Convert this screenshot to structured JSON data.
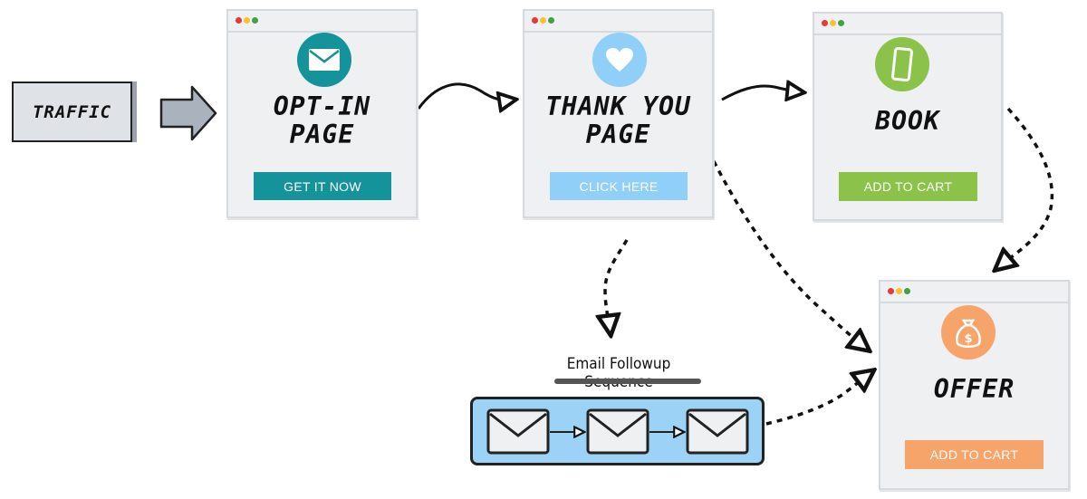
{
  "traffic": {
    "label": "TRAFFIC"
  },
  "optin": {
    "title": "OPT-IN\nPAGE",
    "button": "GET IT NOW",
    "icon": "envelope-icon",
    "color": "#14939a"
  },
  "thankyou": {
    "title": "THANK YOU\nPAGE",
    "button": "CLICK HERE",
    "icon": "heart-icon",
    "color": "#8fcff8"
  },
  "book": {
    "title": "BOOK",
    "button": "ADD TO CART",
    "icon": "phone-icon",
    "color": "#8bc34a"
  },
  "offer": {
    "title": "OFFER",
    "button": "ADD TO CART",
    "icon": "money-bag-icon",
    "color": "#f7a46b"
  },
  "email": {
    "label": "Email Followup Sequence",
    "count": 3,
    "panel_color": "#9cd2f6"
  },
  "window_dots": [
    "#e53935",
    "#fbc02d",
    "#43a047"
  ]
}
